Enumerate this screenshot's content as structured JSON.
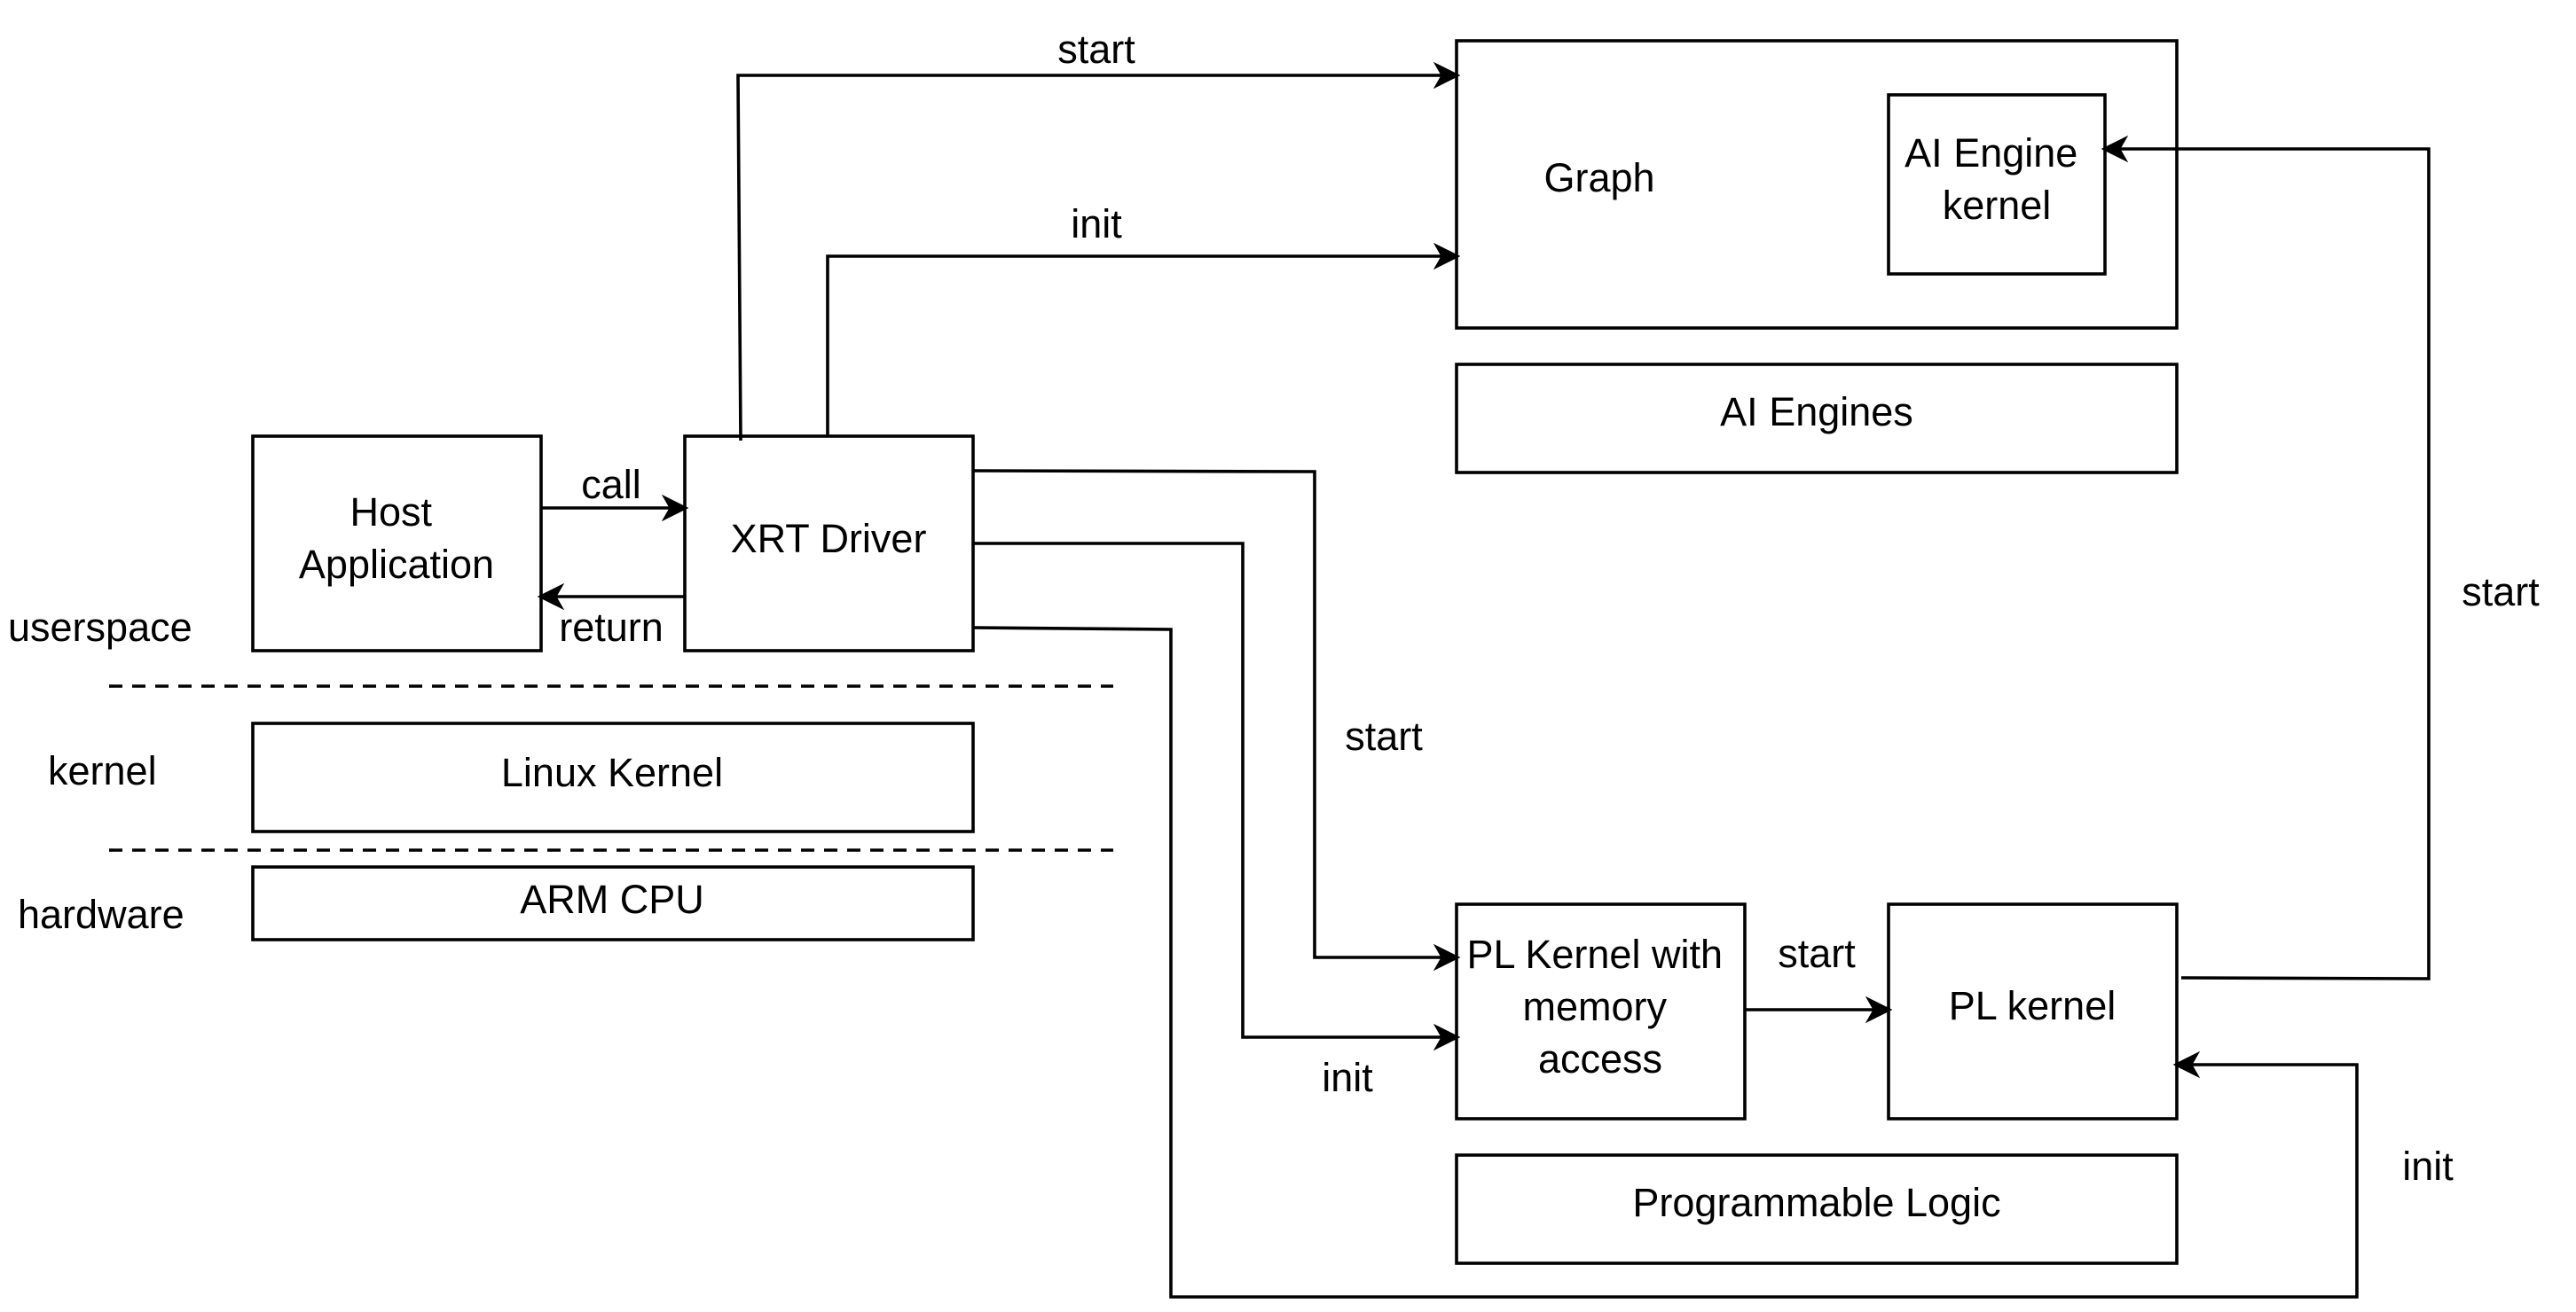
{
  "layers": {
    "userspace": "userspace",
    "kernel": "kernel",
    "hardware": "hardware"
  },
  "nodes": {
    "host_application": [
      "Host",
      "Application"
    ],
    "xrt_driver": "XRT Driver",
    "linux_kernel": "Linux Kernel",
    "arm_cpu": "ARM CPU",
    "graph": "Graph",
    "ai_engine_kernel": [
      "AI Engine",
      "kernel"
    ],
    "ai_engines": "AI Engines",
    "pl_kernel_memory": [
      "PL Kernel with",
      "memory",
      "access"
    ],
    "pl_kernel": "PL kernel",
    "programmable_logic": "Programmable Logic"
  },
  "edges": {
    "call": "call",
    "return": "return",
    "graph_start": "start",
    "graph_init": "init",
    "pl_mem_start": "start",
    "pl_mem_init": "init",
    "pl_to_pl": "start",
    "pl_kernel_init": "init",
    "aie_start": "start"
  }
}
